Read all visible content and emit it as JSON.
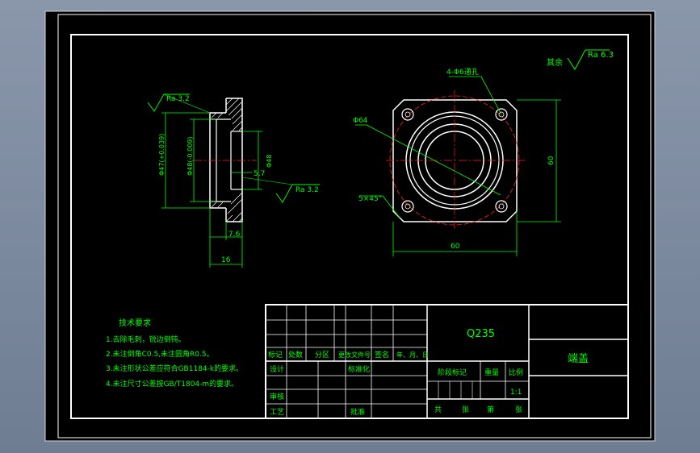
{
  "colors": {
    "background": "#000000",
    "frame": "#ffffff",
    "geometry": "#ffffff",
    "dimension": "#00ff00",
    "center_line": "#ff2020",
    "title_text": "#00ff00"
  },
  "surface_finish": {
    "general": "Ra 6.3",
    "general_prefix": "其余",
    "left_top": "Ra 3.2",
    "left_right": "Ra 3.2"
  },
  "dimensions_left": {
    "bore": "Φ47(+0.039)",
    "bore_small": "Φ47",
    "outer": "Φ48(-0.009)",
    "outer_small": "Φ48",
    "diameter_right": "Φ48",
    "step": "5.7",
    "length_a": "7.6",
    "length_b": "16"
  },
  "dimensions_right": {
    "holes": "4-Φ6通孔",
    "bolt_circle": "Φ64",
    "chamfer": "5×45°",
    "width": "60",
    "height": "60"
  },
  "tech_requirements": {
    "title": "技术要求",
    "items": [
      "1.去除毛刺，锐边倒钝。",
      "2.未注倒角C0.5,未注圆角R0.5。",
      "3.未注形状公差应符合GB1184-k的要求。",
      "4.未注尺寸公差按GB/T1804-m的要求。"
    ]
  },
  "title_block": {
    "material": "Q235",
    "part_name": "端盖",
    "scale_value": "1:1",
    "headers": [
      "标记",
      "处数",
      "分区",
      "更改文件号",
      "签名",
      "年、月、日"
    ],
    "design": "设计",
    "standardize": "标准化",
    "review": "审核",
    "process": "工艺",
    "approve": "批准",
    "stage_mark": "阶段标记",
    "weight": "重量",
    "scale": "比例",
    "total": "共",
    "sheets": "张",
    "number": "第",
    "page": "张"
  }
}
